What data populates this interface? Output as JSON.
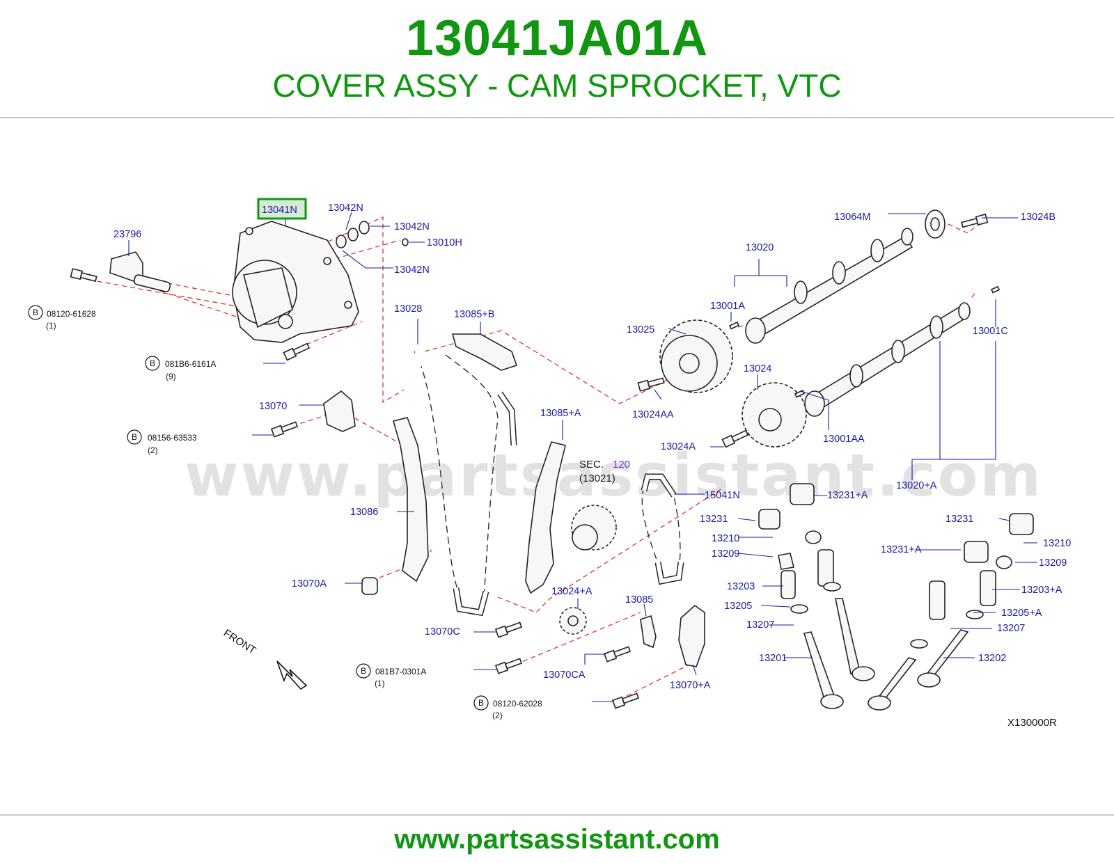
{
  "header": {
    "part_number": "13041JA01A",
    "description": "COVER ASSY - CAM SPROCKET, VTC"
  },
  "footer": {
    "website": "www.partsassistant.com"
  },
  "watermark": "www.partsassistant.com",
  "highlight_color": "#119611",
  "label_color": "#1a1aa8",
  "diagram": {
    "highlighted_label": "13041N",
    "labels": {
      "l23796": "23796",
      "l13042n_a": "13042N",
      "l13042n_b": "13042N",
      "l13042n_c": "13042N",
      "l13010h": "13010H",
      "l13064m": "13064M",
      "l13024b": "13024B",
      "l13020": "13020",
      "l13001a": "13001A",
      "l13025": "13025",
      "l13001c": "13001C",
      "l13028": "13028",
      "l13085b": "13085+B",
      "l13024": "13024",
      "l13024aa": "13024AA",
      "l13070": "13070",
      "l13085a": "13085+A",
      "l13001aa": "13001AA",
      "l13024a": "13024A",
      "l13020a": "13020+A",
      "l15041n": "15041N",
      "l13231a_top": "13231+A",
      "l13086": "13086",
      "l13231_l": "13231",
      "l13210_l": "13210",
      "l13209_l": "13209",
      "l13231_r": "13231",
      "l13210_r": "13210",
      "l13231a_r": "13231+A",
      "l13209_r": "13209",
      "l13070a": "13070A",
      "l13203": "13203",
      "l13203a": "13203+A",
      "l13024plusa": "13024+A",
      "l13205": "13205",
      "l13205a": "13205+A",
      "l13085": "13085",
      "l13207_l": "13207",
      "l13207_r": "13207",
      "l13070c": "13070C",
      "l13201": "13201",
      "l13202": "13202",
      "l13070ca": "13070CA",
      "l13070plusa": "13070+A",
      "sec_label": "SEC.",
      "sec_num": "120",
      "sec_sub": "(13021)",
      "front": "FRONT",
      "figure_code": "X130000R"
    },
    "bolts": {
      "b1": {
        "part": "08120-61628",
        "qty": "(1)"
      },
      "b2": {
        "part": "081B6-6161A",
        "qty": "(9)"
      },
      "b3": {
        "part": "08156-63533",
        "qty": "(2)"
      },
      "b4": {
        "part": "081B7-0301A",
        "qty": "(1)"
      },
      "b5": {
        "part": "08120-62028",
        "qty": "(2)"
      },
      "badge": "B"
    }
  }
}
